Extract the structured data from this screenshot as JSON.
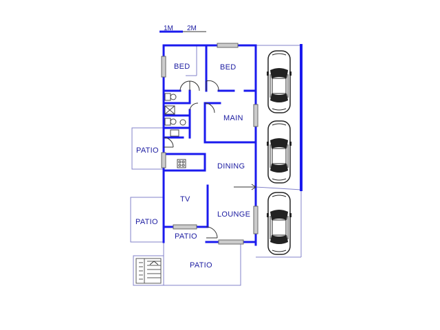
{
  "scale_bar": {
    "label_1": "1M",
    "label_2": "2M"
  },
  "rooms": {
    "bed_1": "BED",
    "bed_2": "BED",
    "main": "MAIN",
    "dining": "DINING",
    "tv": "TV",
    "lounge": "LOUNGE",
    "patio_upper_left": "PATIO",
    "patio_lower_left": "PATIO",
    "patio_entrance": "PATIO",
    "patio_front": "PATIO"
  },
  "colors": {
    "wall": "#1a1aee",
    "label": "#1a1aa0",
    "thin_line": "#8080c8",
    "fixture": "#444444"
  },
  "parking": {
    "car_count": 3
  }
}
